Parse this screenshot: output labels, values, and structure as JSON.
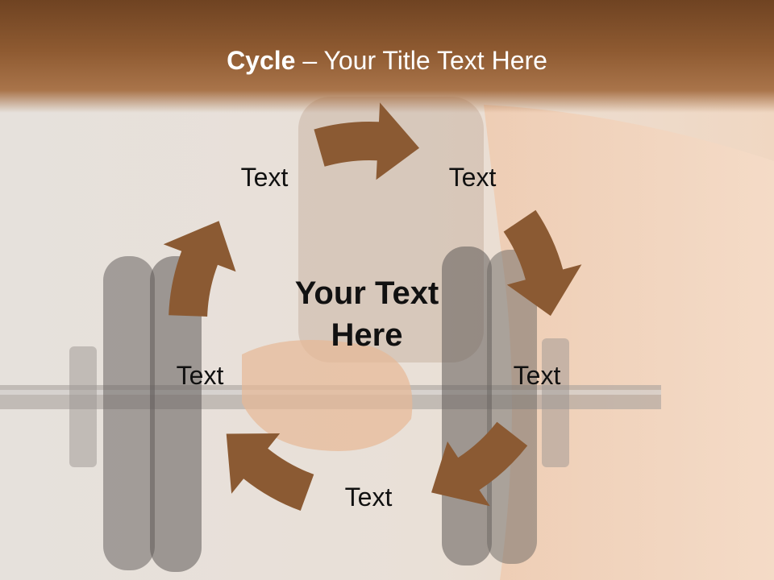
{
  "title": {
    "bold": "Cycle",
    "rest": " – Your Title Text Here"
  },
  "center": {
    "line1": "Your Text",
    "line2": "Here"
  },
  "nodes": [
    {
      "label": "Text"
    },
    {
      "label": "Text"
    },
    {
      "label": "Text"
    },
    {
      "label": "Text"
    },
    {
      "label": "Text"
    }
  ],
  "colors": {
    "arrow": "#8b5a33",
    "header": "#8e5a31",
    "title_text": "#ffffff"
  }
}
